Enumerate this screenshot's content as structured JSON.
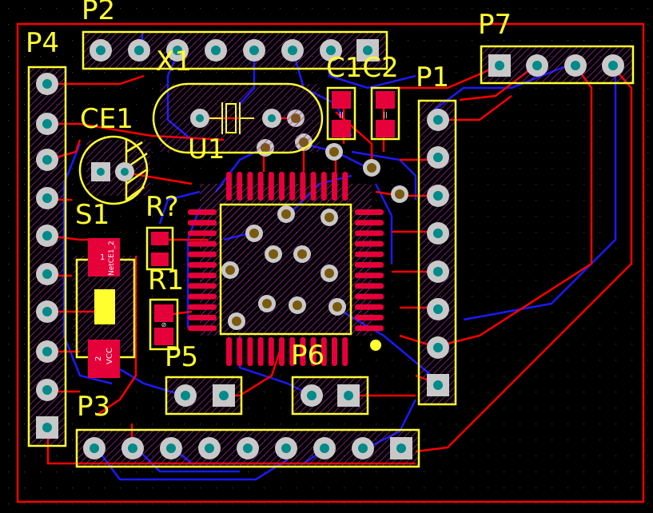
{
  "designators": {
    "p2": "P2",
    "p4": "P4",
    "p7": "P7",
    "x1": "X1",
    "c1c2": "C1C2",
    "p1": "P1",
    "ce1": "CE1",
    "u1": "U1",
    "s1": "S1",
    "rq": "R?",
    "r1": "R1",
    "p5": "P5",
    "p6": "P6",
    "p3": "P3"
  },
  "net_labels": {
    "netce1_2": "NetCE1_2",
    "s1_pin1": "1",
    "s1_pin2": "2",
    "vcc": "VCC"
  },
  "colors": {
    "background": "#000000",
    "top_layer": "#ff0000",
    "bottom_layer": "#1a1aff",
    "silkscreen": "#ffff30",
    "pad_ring": "#c8c8c8",
    "hole": "#008a8a",
    "via_hole": "#7a5a10",
    "pad_hatch": "#9a2a9a",
    "smd_pad": "#e6003a"
  }
}
